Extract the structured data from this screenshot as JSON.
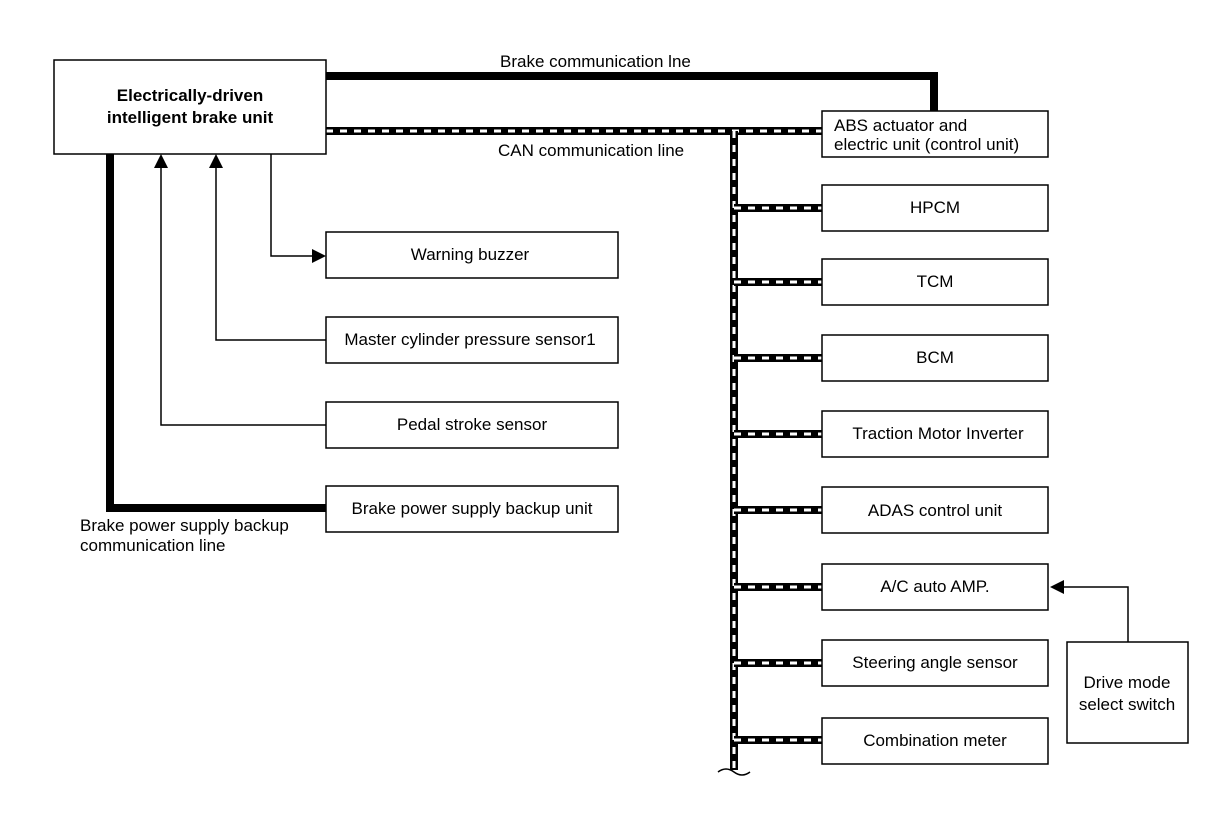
{
  "diagram": {
    "brake_unit": {
      "line1": "Electrically-driven",
      "line2": "intelligent brake unit"
    },
    "brake_comm_line_label": "Brake communication lne",
    "can_comm_line_label": "CAN communication line",
    "backup_comm_line_label": {
      "line1": "Brake power supply backup",
      "line2": "communication line"
    },
    "left_boxes": {
      "warning_buzzer": "Warning buzzer",
      "master_cylinder": "Master cylinder pressure sensor1",
      "pedal_stroke": "Pedal stroke sensor",
      "backup_unit": "Brake power supply backup unit"
    },
    "abs_unit": {
      "line1": "ABS actuator and",
      "line2": "electric unit (control unit)"
    },
    "can_nodes": [
      "HPCM",
      "TCM",
      "BCM",
      "Traction Motor Inverter",
      "ADAS control unit",
      "A/C auto AMP.",
      "Steering angle sensor",
      "Combination meter"
    ],
    "drive_mode_switch": {
      "line1": "Drive mode",
      "line2": "select switch"
    }
  }
}
